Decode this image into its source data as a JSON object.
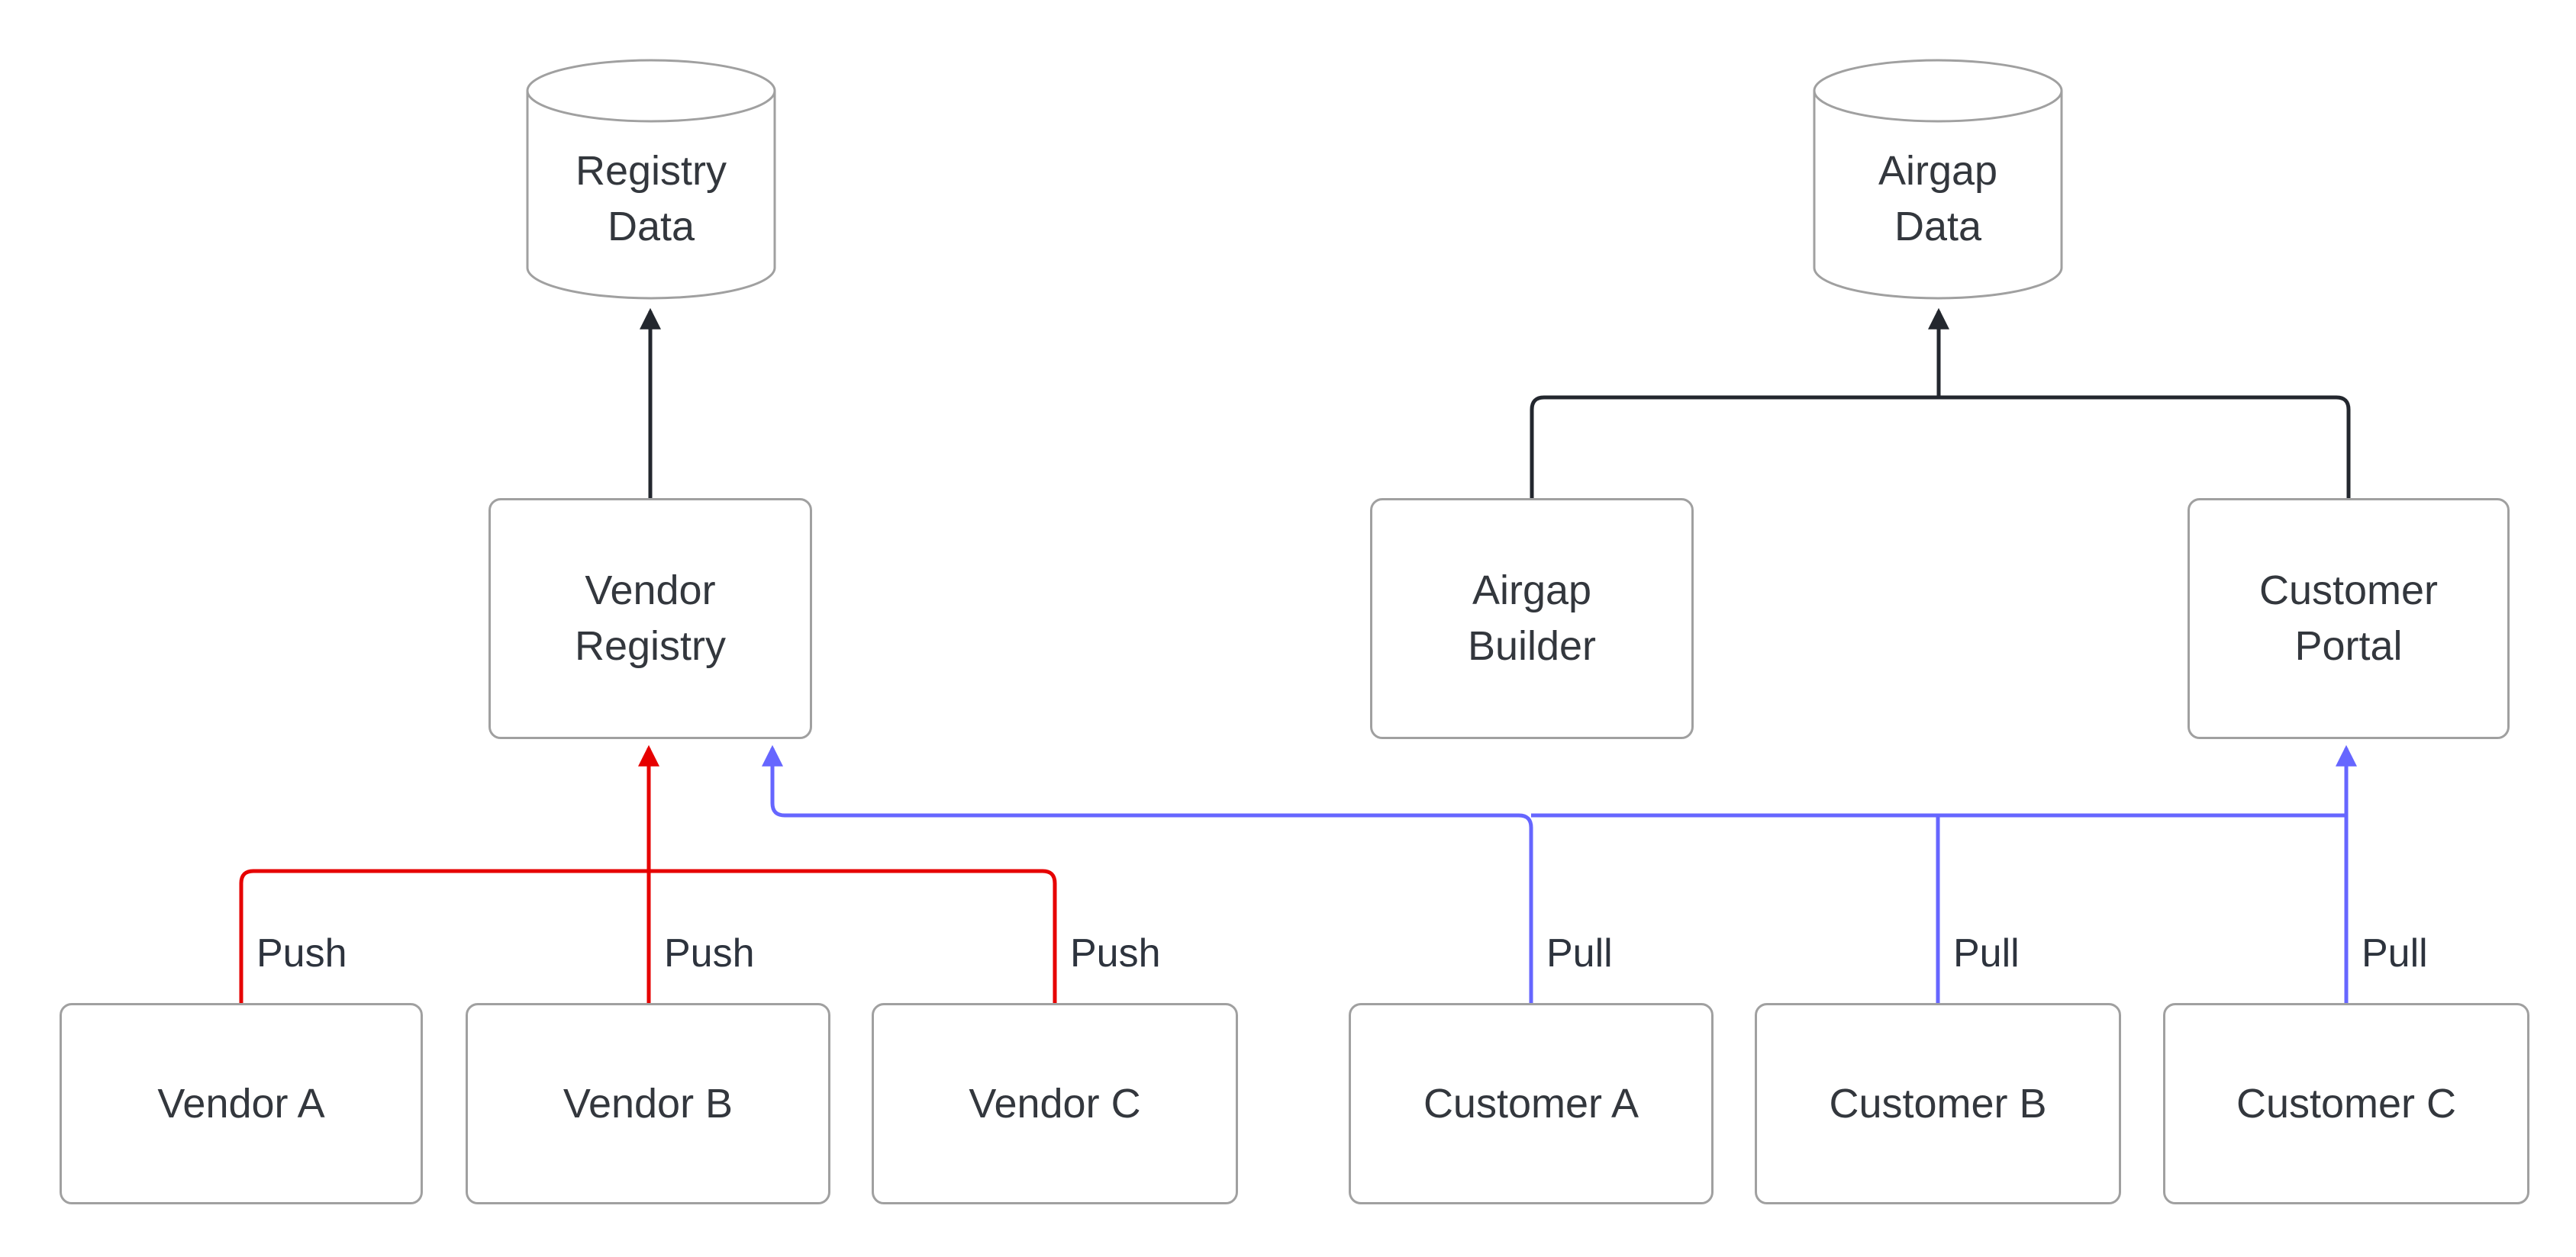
{
  "diagram": {
    "type": "flowchart",
    "colors": {
      "push_arrow": "#e60000",
      "pull_arrow": "#6666ff",
      "flow_arrow": "#23272e",
      "node_border": "#a0a0a0",
      "text": "#33373d",
      "background": "#ffffff"
    },
    "nodes": {
      "registry_data": {
        "label": "Registry\nData",
        "shape": "cylinder"
      },
      "airgap_data": {
        "label": "Airgap\nData",
        "shape": "cylinder"
      },
      "vendor_registry": {
        "label": "Vendor\nRegistry",
        "shape": "rect"
      },
      "airgap_builder": {
        "label": "Airgap\nBuilder",
        "shape": "rect"
      },
      "customer_portal": {
        "label": "Customer\nPortal",
        "shape": "rect"
      },
      "vendor_a": {
        "label": "Vendor A",
        "shape": "rect"
      },
      "vendor_b": {
        "label": "Vendor B",
        "shape": "rect"
      },
      "vendor_c": {
        "label": "Vendor C",
        "shape": "rect"
      },
      "customer_a": {
        "label": "Customer A",
        "shape": "rect"
      },
      "customer_b": {
        "label": "Customer B",
        "shape": "rect"
      },
      "customer_c": {
        "label": "Customer C",
        "shape": "rect"
      }
    },
    "edge_labels": {
      "vendor_a": "Push",
      "vendor_b": "Push",
      "vendor_c": "Push",
      "customer_a": "Pull",
      "customer_b": "Pull",
      "customer_c": "Pull"
    },
    "edges": [
      {
        "from": "vendor_registry",
        "to": "registry_data",
        "type": "flow"
      },
      {
        "from": "airgap_builder",
        "to": "airgap_data",
        "type": "flow"
      },
      {
        "from": "customer_portal",
        "to": "airgap_data",
        "type": "flow"
      },
      {
        "from": "vendor_a",
        "to": "vendor_registry",
        "label": "Push",
        "type": "push"
      },
      {
        "from": "vendor_b",
        "to": "vendor_registry",
        "label": "Push",
        "type": "push"
      },
      {
        "from": "vendor_c",
        "to": "vendor_registry",
        "label": "Push",
        "type": "push"
      },
      {
        "from": "customer_a",
        "to": "vendor_registry",
        "label": "Pull",
        "type": "pull"
      },
      {
        "from": "customer_b",
        "to": "vendor_registry",
        "label": "Pull",
        "type": "pull"
      },
      {
        "from": "customer_c",
        "to": "customer_portal",
        "label": "Pull",
        "type": "pull"
      }
    ]
  }
}
